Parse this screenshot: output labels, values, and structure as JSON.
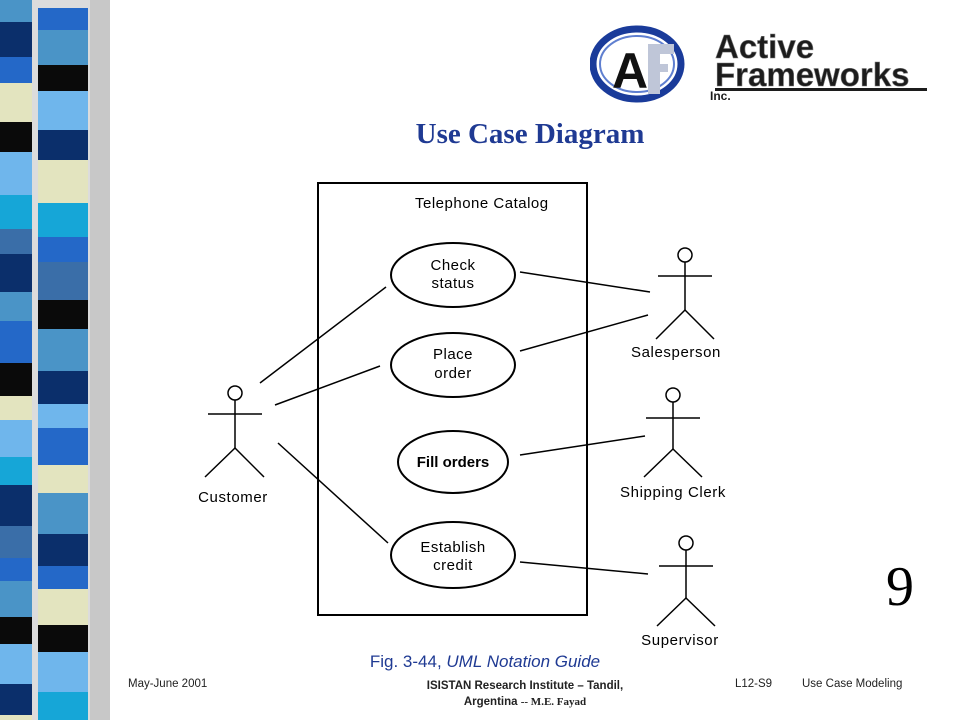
{
  "slide": {
    "title": "Use Case Diagram",
    "number": "9"
  },
  "logo": {
    "text_line1": "Active",
    "text_line2": "Frameworks",
    "text_suffix": "Inc."
  },
  "diagram": {
    "system_name": "Telephone Catalog",
    "use_cases": [
      {
        "line1": "Check",
        "line2": "status"
      },
      {
        "line1": "Place",
        "line2": "order"
      },
      {
        "line1": "Fill orders",
        "line2": ""
      },
      {
        "line1": "Establish",
        "line2": "credit"
      }
    ],
    "actors": [
      "Customer",
      "Salesperson",
      "Shipping Clerk",
      "Supervisor"
    ]
  },
  "caption": {
    "prefix": "Fig. 3-44,",
    "italic": "UML Notation Guide"
  },
  "footer": {
    "date": "May-June 2001",
    "institute_line1": "ISISTAN Research Institute – Tandil,",
    "institute_line2": "Argentina",
    "author": "-- M.E. Fayad",
    "slide_id": "L12-S9",
    "topic": "Use Case Modeling"
  },
  "colors": {
    "title": "#1f3a93",
    "sidebar_palette": [
      "#4a94c7",
      "#0b2f6b",
      "#2468c8",
      "#e3e4bf",
      "#0a0a0a",
      "#6fb6ec",
      "#16a6d7",
      "#3a6ea8"
    ]
  }
}
